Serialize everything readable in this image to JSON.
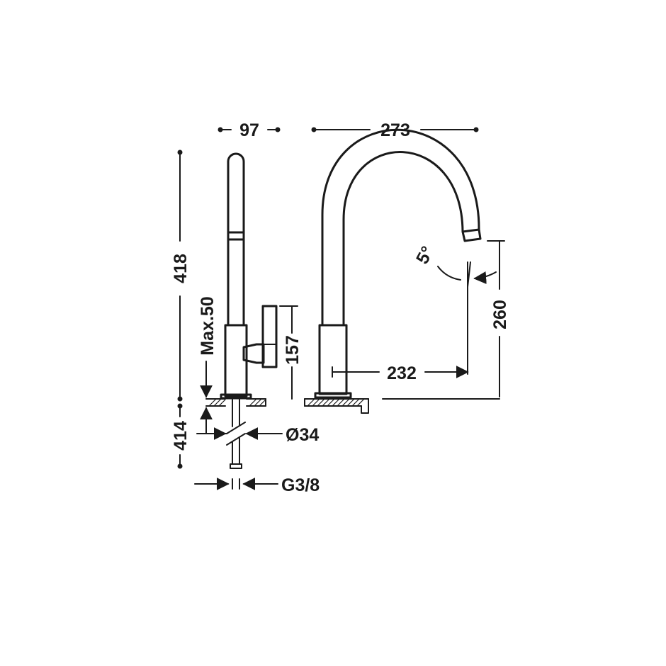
{
  "dimensions": {
    "handle_width": "97",
    "spout_reach": "273",
    "overall_height": "418",
    "max_deck_thickness": "Max.50",
    "lever_height": "157",
    "below_deck_length": "414",
    "hole_diameter": "Ø34",
    "connection_thread": "G3/8",
    "spout_offset": "232",
    "spout_height": "260",
    "spout_angle": "5°"
  }
}
